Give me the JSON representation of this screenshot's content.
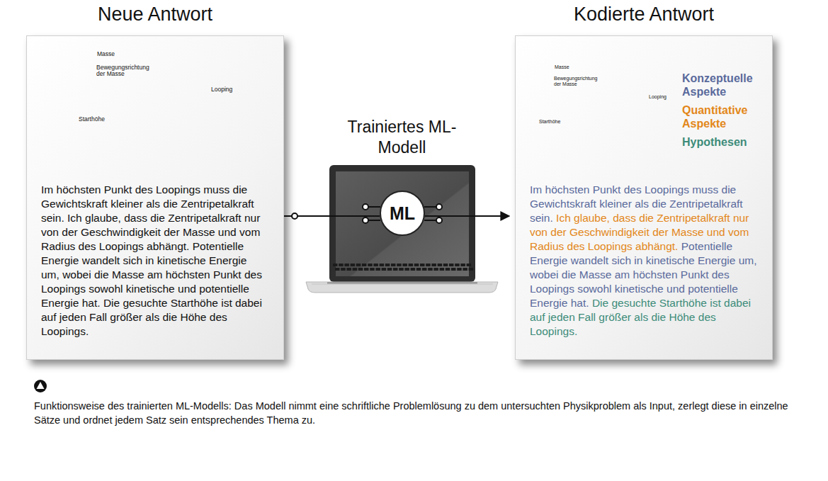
{
  "diagram": {
    "caption": "Funktionsweise des trainierten ML-Modells: Das Modell nimmt eine schriftliche Problemlösung zu dem untersuchten Physikproblem als Input, zerlegt diese in einzelne Sätze und ordnet jedem Satz sein entsprechendes Thema zu.",
    "nodes": [
      {
        "text": [
          "Neue Antwort",
          "Im höchsten Punkt des Loopings muss die Gewichtskraft kleiner als die Zentripetalkraft sein. Ich glaube, dass die Zentripetalkraft nur von der Geschwindigkeit der Masse und vom Radius des Loopings abhängt. Potentielle Energie wandelt sich in kinetische Energie um, wobei die Masse am höchsten Punkt des Loopings sowohl kinetische und potentielle Energie hat. Die gesuchte Starthöhe ist dabei auf jeden Fall größer als die Höhe des Loopings."
        ]
      },
      {
        "text": [
          "ML"
        ]
      },
      {
        "text": [
          "Kodierte Antwort",
          "Im höchsten Punkt des Loopings muss die Gewichtskraft kleiner als die Zentripetalkraft sein.",
          "Ich glaube, dass die Zentripetalkraft nur von der Geschwindigkeit der Masse und vom Radius des Loopings abhängt.",
          "Potentielle Energie wandelt sich in kinetische Energie um, wobei die Masse am höchsten Punkt des Loopings sowohl kinetische und potentielle Energie hat.",
          "Die gesuchte Starthöhe ist dabei auf jeden Fall größer als die Höhe des Loopings."
        ]
      }
    ],
    "edges": [
      {
        "from": 0,
        "to": 1,
        "arrow": "none"
      },
      {
        "from": 1,
        "to": 2,
        "arrow": "to"
      }
    ],
    "labels": [
      "Masse",
      "Bewegungsrichtung der Masse",
      "Looping",
      "Starthöhe",
      "Trainiertes ML-Modell",
      "Masse",
      "Bewegungsrichtung der Masse",
      "Looping",
      "Starthöhe"
    ],
    "legend": [
      {
        "text": "Konzeptuelle Aspekte",
        "color": "#5a6a9c"
      },
      {
        "text": "Quantitative Aspekte",
        "color": "#e3871a"
      },
      {
        "text": "Hypothesen",
        "color": "#3d8c7a"
      }
    ]
  }
}
